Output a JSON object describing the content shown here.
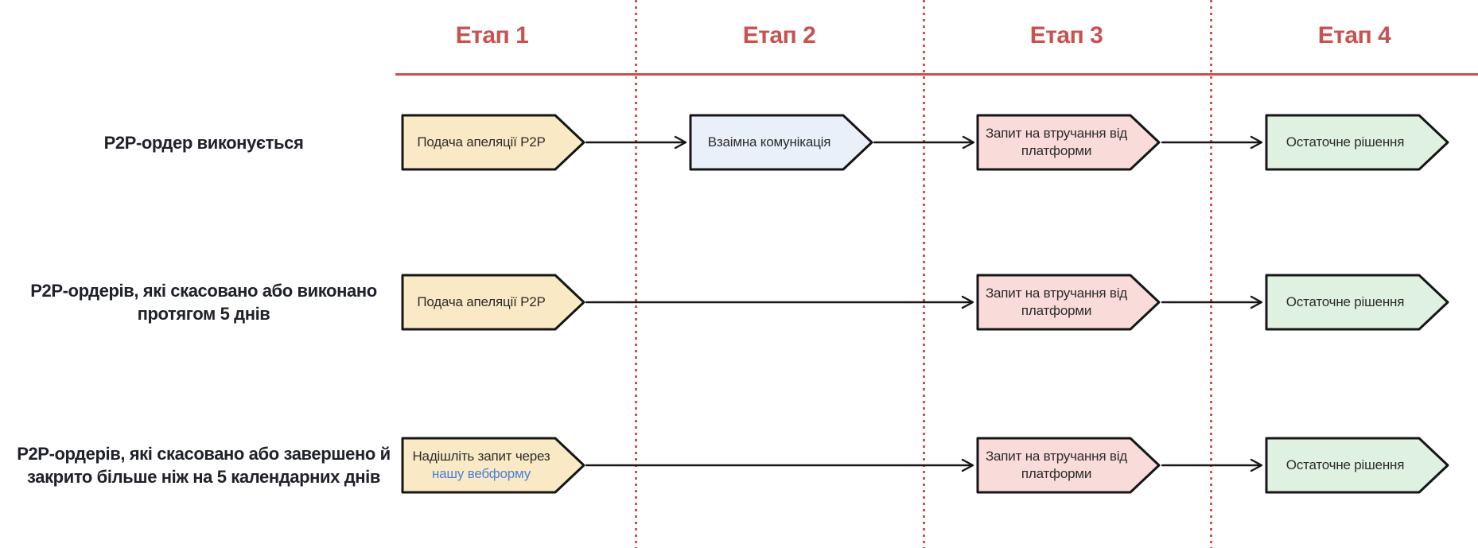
{
  "stages": [
    {
      "label": "Етап 1"
    },
    {
      "label": "Етап 2"
    },
    {
      "label": "Етап 3"
    },
    {
      "label": "Етап 4"
    }
  ],
  "rows": [
    {
      "label_lines": [
        "P2P-ордер виконується"
      ],
      "steps": [
        {
          "fill": "yellow",
          "lines": [
            "Подача апеляції P2P"
          ]
        },
        {
          "fill": "blue",
          "lines": [
            "Взаімна комунікація"
          ]
        },
        {
          "fill": "pink",
          "lines": [
            "Запит на втручання від",
            "платформи"
          ]
        },
        {
          "fill": "green",
          "lines": [
            "Остаточне рішення"
          ]
        }
      ]
    },
    {
      "label_lines": [
        "P2P-ордерів, які скасовано або виконано",
        "протягом 5 днів"
      ],
      "steps": [
        {
          "fill": "yellow",
          "lines": [
            "Подача апеляції P2P"
          ]
        },
        {
          "fill": "pink",
          "lines": [
            "Запит на втручання від",
            "платформи"
          ]
        },
        {
          "fill": "green",
          "lines": [
            "Остаточне рішення"
          ]
        }
      ]
    },
    {
      "label_lines": [
        "P2P-ордерів, які скасовано або завершено й",
        "закрито більше ніж на 5 календарних днів"
      ],
      "steps": [
        {
          "fill": "yellow",
          "lines": [
            "Надішліть запит через"
          ],
          "link_text": "нашу вебформу"
        },
        {
          "fill": "pink",
          "lines": [
            "Запит на втручання від",
            "платформи"
          ]
        },
        {
          "fill": "green",
          "lines": [
            "Остаточне рішення"
          ]
        }
      ]
    }
  ],
  "colors": {
    "accent_red": "#C75250",
    "divider_red": "#CC5350",
    "link_blue": "#4A7FD9",
    "step_yellow": "#FAE9C5",
    "step_blue": "#E9F0FA",
    "step_pink": "#F9DBDA",
    "step_green": "#DFF1E1",
    "outline": "#161616",
    "label_text": "#20222A"
  }
}
